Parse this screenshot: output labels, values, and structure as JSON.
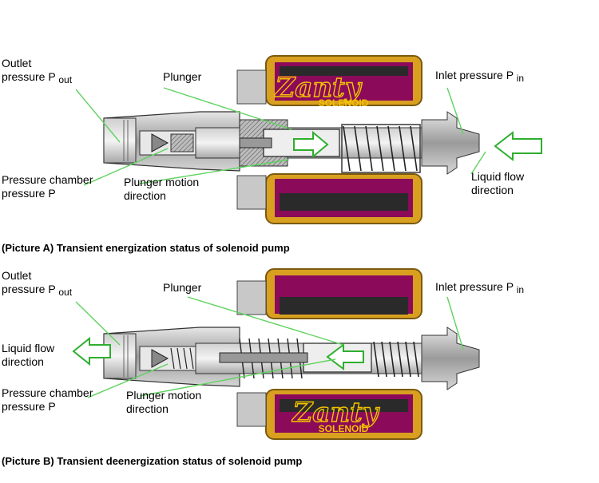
{
  "picture_a": {
    "caption": "(Picture A) Transient energization status of solenoid pump",
    "outlet_line1": "Outlet",
    "outlet_line2": "pressure P",
    "outlet_sub": "out",
    "plunger": "Plunger",
    "inlet": "Inlet pressure P",
    "inlet_sub": "in",
    "chamber_line1": "Pressure chamber",
    "chamber_line2": "pressure P",
    "motion_line1": "Plunger motion",
    "motion_line2": "direction",
    "flow_line1": "Liquid flow",
    "flow_line2": "direction",
    "brand": "Zanty",
    "brand_sub": "SOLENOID"
  },
  "picture_b": {
    "caption": "(Picture B) Transient deenergization status of solenoid pump",
    "outlet_line1": "Outlet",
    "outlet_line2": "pressure P",
    "outlet_sub": "out",
    "plunger": "Plunger",
    "inlet": "Inlet pressure P",
    "inlet_sub": "in",
    "chamber_line1": "Pressure chamber",
    "chamber_line2": "pressure P",
    "motion_line1": "Plunger motion",
    "motion_line2": "direction",
    "flow_line1": "Liquid flow",
    "flow_line2": "direction",
    "brand": "Zanty",
    "brand_sub": "SOLENOID"
  },
  "colors": {
    "coil_frame": "#d9a020",
    "coil_fill": "#8b0a5a",
    "coil_core": "#2a2a2a",
    "metal": "#b8b8b8",
    "metal_dark": "#6e6e6e",
    "arrow_fill": "#ffffff",
    "arrow_stroke": "#2fae2f",
    "leader": "#5fd35f",
    "brand_text": "#f2c200"
  }
}
